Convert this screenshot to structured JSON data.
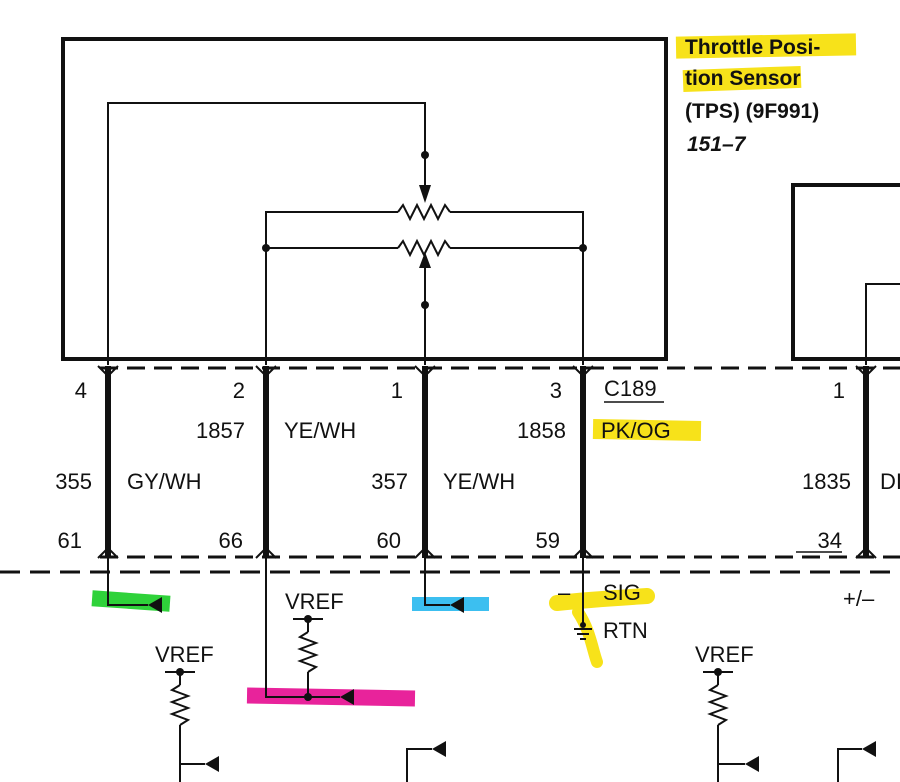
{
  "colors": {
    "ink": "#111111",
    "highlight_yellow": "#f7e21a",
    "highlight_green": "#2fd23a",
    "highlight_cyan": "#3cbff0",
    "highlight_magenta": "#e8239b"
  },
  "sensor": {
    "title_line1": "Throttle Posi-",
    "title_line2": "tion Sensor",
    "title_line3": "(TPS) (9F991)",
    "page_ref": "151–7"
  },
  "connector": {
    "id": "C189",
    "pins": [
      {
        "pin": "4",
        "circuit": "355",
        "color": "GY/WH",
        "pcm_pin": "61"
      },
      {
        "pin": "2",
        "circuit": "1857",
        "color": "YE/WH",
        "pcm_pin": "66"
      },
      {
        "pin": "1",
        "circuit": "357",
        "color": "YE/WH",
        "pcm_pin": "60"
      },
      {
        "pin": "3",
        "circuit": "1858",
        "color": "PK/OG",
        "pcm_pin": "59"
      }
    ]
  },
  "right_component": {
    "pin": "1",
    "circuit": "1835",
    "color_partial": "DI",
    "pcm_pin": "34",
    "polarity": "+/–"
  },
  "pcm": {
    "vref_labels": [
      "VREF",
      "VREF",
      "VREF"
    ],
    "sig_label": "SIG",
    "rtn_label": "RTN",
    "minus_sign": "–"
  }
}
